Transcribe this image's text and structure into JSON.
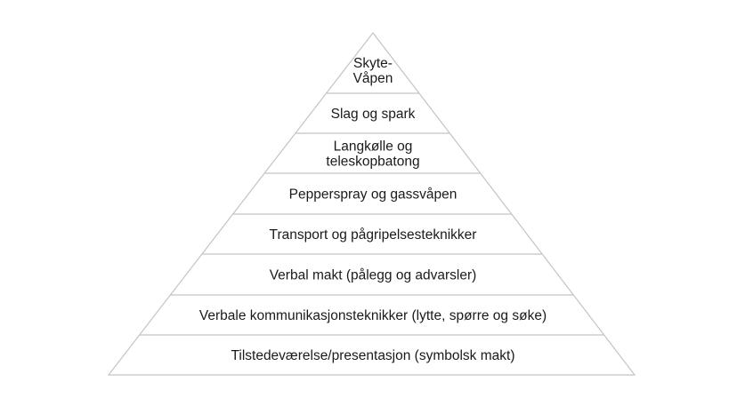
{
  "diagram": {
    "type": "pyramid",
    "colors": {
      "line": "#c4c4c4",
      "text": "#1a1a1a",
      "background": "#ffffff"
    },
    "levels": [
      {
        "id": "skytevapen",
        "lines": [
          "Skyte-",
          "Våpen"
        ]
      },
      {
        "id": "slag-og-spark",
        "lines": [
          "Slag og spark"
        ]
      },
      {
        "id": "langkolle",
        "lines": [
          "Langkølle og",
          "teleskopbatong"
        ]
      },
      {
        "id": "pepperspray",
        "lines": [
          "Pepperspray og gassvåpen"
        ]
      },
      {
        "id": "transport",
        "lines": [
          "Transport og pågripelsesteknikker"
        ]
      },
      {
        "id": "verbal-makt",
        "lines": [
          "Verbal makt (pålegg og advarsler)"
        ]
      },
      {
        "id": "verbale-kommunikasjon",
        "lines": [
          "Verbale kommunikasjonsteknikker (lytte, spørre og søke)"
        ]
      },
      {
        "id": "tilstedevaerelse",
        "lines": [
          "Tilstedeværelse/presentasjon (symbolsk makt)"
        ]
      }
    ]
  }
}
